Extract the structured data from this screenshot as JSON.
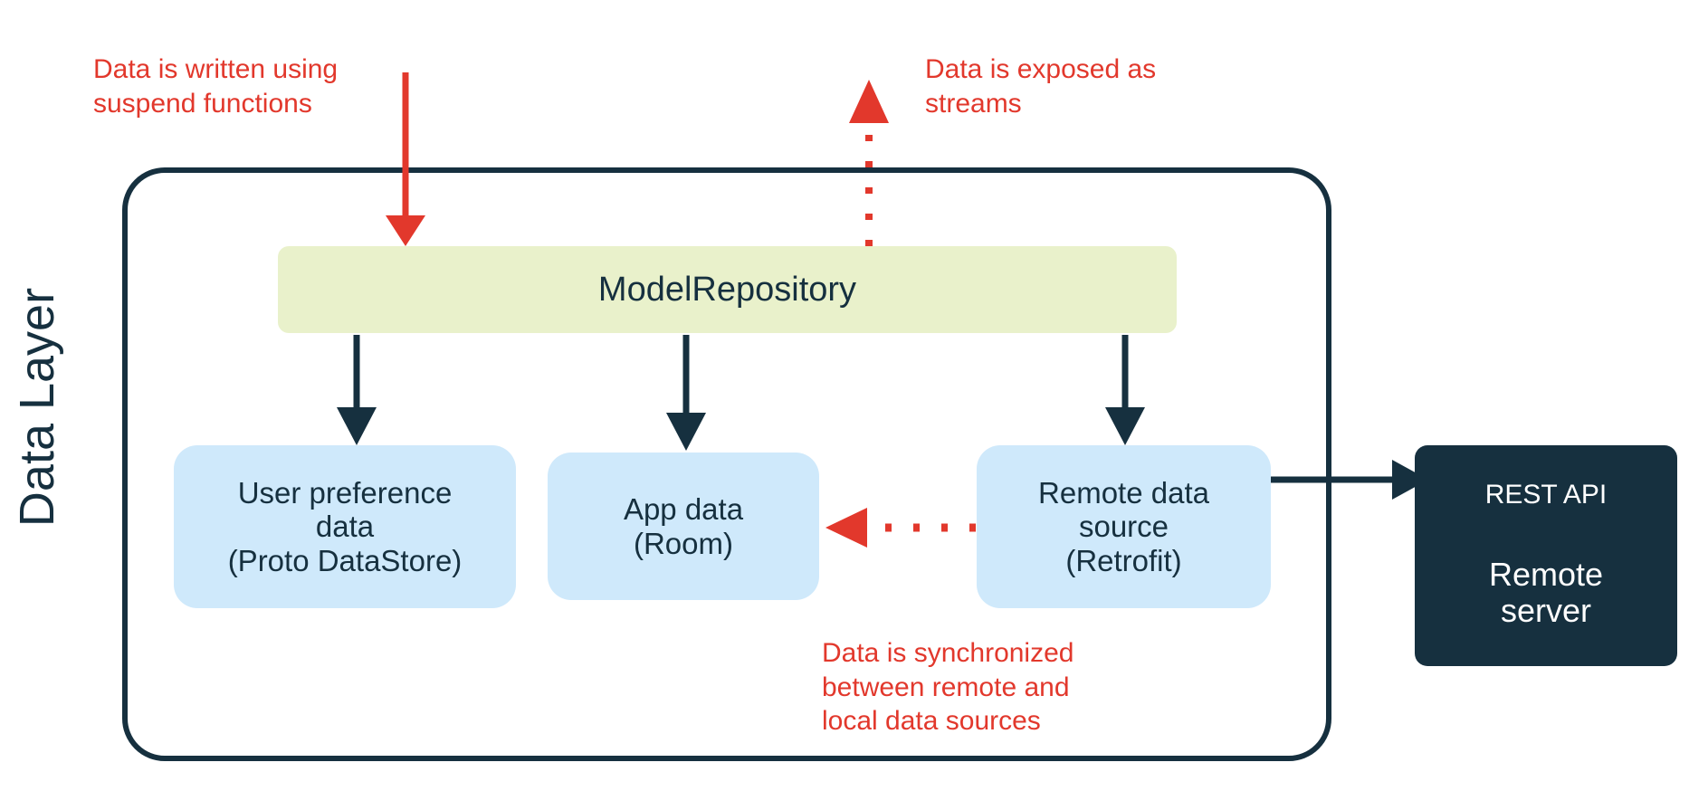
{
  "diagram": {
    "title": "Data Layer",
    "layer_label": "Data Layer",
    "colors": {
      "ink": "#16303f",
      "red": "#e2382c",
      "repository_fill": "#e9f1cb",
      "data_source_fill": "#cfe9fb",
      "server_fill": "#16303f",
      "background": "#ffffff"
    }
  },
  "repository": {
    "label": "ModelRepository"
  },
  "data_sources": [
    {
      "id": "proto-datastore",
      "line1": "User preference",
      "line2": "data",
      "line3": "(Proto DataStore)"
    },
    {
      "id": "room",
      "line1": "App data",
      "line2": "(Room)"
    },
    {
      "id": "retrofit",
      "line1": "Remote data",
      "line2": "source",
      "line3": "(Retrofit)"
    }
  ],
  "remote_server": {
    "title": "REST API",
    "line1": "Remote",
    "line2": "server"
  },
  "annotations": [
    {
      "id": "write",
      "text": "Data is written using\nsuspend functions"
    },
    {
      "id": "streams",
      "text": "Data is exposed as\nstreams"
    },
    {
      "id": "sync",
      "text": "Data is synchronized\nbetween remote and\nlocal data sources"
    }
  ]
}
